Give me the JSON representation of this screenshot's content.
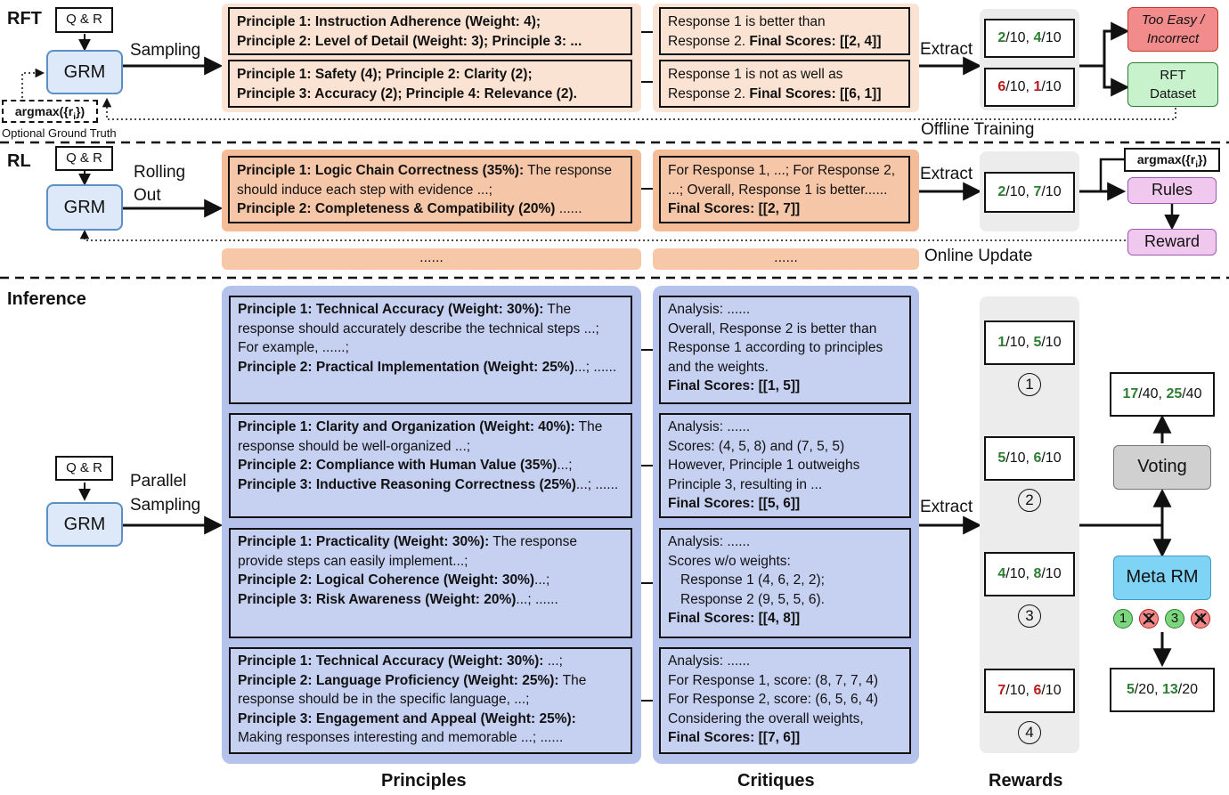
{
  "colors": {
    "grm_fill": "#dde9f8",
    "rft_bg": "#fbe3d3",
    "rl_bg": "#f5bc98",
    "inference_bg": "#b5c3ec",
    "good": "#2e7d32",
    "bad": "#b71c1c",
    "too_easy_fill": "#f28b8b",
    "dataset_fill": "#c8f2cc",
    "rules_fill": "#f0c8ee",
    "meta_rm_fill": "#7fd3f5",
    "voting_fill": "#d0d0d0"
  },
  "sections": {
    "rft": "RFT",
    "rl": "RL",
    "inference": "Inference"
  },
  "common": {
    "qr": "Q & R",
    "grm": "GRM",
    "extract": "Extract"
  },
  "rft": {
    "sampling": "Sampling",
    "argmax_prefix": "argmax({r",
    "argmax_sub": "i",
    "argmax_suffix": "})",
    "optional_gt": "Optional Ground Truth",
    "offline": "Offline Training",
    "principle1": {
      "p1": "Principle 1: Instruction Adherence (Weight: 4);",
      "p2": "Principle 2: Level of Detail (Weight: 3); Principle 3: ..."
    },
    "principle2": {
      "p1": "Principle 1: Safety (4); Principle 2: Clarity (2);",
      "p2": "Principle 3: Accuracy (2); Principle 4: Relevance (2)."
    },
    "critique1": {
      "t1": "Response 1 is better than",
      "t2": "Response 2. ",
      "t3": "Final Scores: [[2, 4]]"
    },
    "critique2": {
      "t1": "Response 1 is not as well as",
      "t2": "Response 2. ",
      "t3": "Final Scores: [[6, 1]]"
    },
    "reward1": {
      "a": "2",
      "b": "/10, ",
      "c": "4",
      "d": "/10"
    },
    "reward2": {
      "a": "6",
      "b": "/10, ",
      "c": "1",
      "d": "/10"
    },
    "too_easy_1": "Too Easy /",
    "too_easy_2": "Incorrect",
    "dataset_1": "RFT",
    "dataset_2": "Dataset"
  },
  "rl": {
    "rolling_1": "Rolling",
    "rolling_2": "Out",
    "online": "Online Update",
    "principle": {
      "b1": "Principle 1: Logic Chain Correctness (35%):",
      "t1": " The response should induce each step with evidence ...;",
      "b2": "Principle 2: Completeness & Compatibility (20%)",
      "t2": " ......"
    },
    "critique": {
      "t1": "For Response 1, ...; For Response 2, ...; Overall, Response 1 is better...... ",
      "b1": "Final Scores: [[2, 7]]"
    },
    "reward": {
      "a": "2",
      "b": "/10, ",
      "c": "7",
      "d": "/10"
    },
    "ellipsis": "......",
    "argmax_prefix": "argmax({r",
    "argmax_sub": "i",
    "argmax_suffix": "})",
    "rules": "Rules",
    "reward_label": "Reward"
  },
  "inference": {
    "parallel_1": "Parallel",
    "parallel_2": "Sampling",
    "principles": [
      {
        "b1": "Principle 1: Technical Accuracy (Weight: 30%):",
        "t1": " The response should accurately describe the technical steps ...; For example, ......;",
        "b2": "Principle 2: Practical Implementation (Weight: 25%)",
        "t2": "...; ......"
      },
      {
        "b1": "Principle 1: Clarity and Organization (Weight: 40%):",
        "t1": " The response should be well-organized ...;",
        "b2": "Principle 2: Compliance with Human Value (35%)",
        "t2": "...;",
        "b3": "Principle 3: Inductive Reasoning Correctness (25%)",
        "t3": "...; ......"
      },
      {
        "b1": "Principle 1: Practicality (Weight: 30%):",
        "t1": " The response provide steps can easily implement...;",
        "b2": "Principle 2: Logical Coherence (Weight: 30%)",
        "t2": "...;",
        "b3": "Principle 3: Risk Awareness (Weight: 20%)",
        "t3": "...; ......"
      },
      {
        "b1": "Principle 1: Technical Accuracy (Weight: 30%):",
        "t1": " ...;",
        "b2": "Principle 2: Language Proficiency (Weight: 25%):",
        "t2": " The response should be in the specific language, ...;",
        "b3": "Principle 3: Engagement and Appeal (Weight: 25%):",
        "t3": " Making responses interesting and memorable ...; ......"
      }
    ],
    "critiques": [
      {
        "l1": "Analysis: ......",
        "l2": "Overall, Response 2 is better than Response 1 according to principles and the weights.",
        "fs": "Final Scores: [[1, 5]]"
      },
      {
        "l1": "Analysis: ......",
        "l2": "Scores: (4, 5, 8) and (7, 5, 5) However, Principle 1 outweighs Principle 3, resulting in ...",
        "fs": "Final Scores: [[5, 6]]"
      },
      {
        "l1": "Analysis: ......",
        "l2": "Scores w/o weights:",
        "l3": "Response 1 (4, 6, 2, 2);",
        "l4": "Response 2 (9, 5, 5, 6).",
        "fs": "Final Scores: [[4, 8]]"
      },
      {
        "l1": "Analysis: ......",
        "l2": "For Response 1, score: (8, 7, 7, 4) For Response 2, score: (6, 5, 6, 4) Considering the overall weights,",
        "fs": "Final Scores: [[7, 6]]"
      }
    ],
    "rewards": [
      {
        "a": "1",
        "b": "/10, ",
        "c": "5",
        "d": "/10",
        "n": "1"
      },
      {
        "a": "5",
        "b": "/10, ",
        "c": "6",
        "d": "/10",
        "n": "2"
      },
      {
        "a": "4",
        "b": "/10, ",
        "c": "8",
        "d": "/10",
        "n": "3"
      },
      {
        "a": "7",
        "b": "/10, ",
        "c": "6",
        "d": "/10",
        "n": "4"
      }
    ],
    "voting": "Voting",
    "voting_result": {
      "a": "17",
      "b": "/40, ",
      "c": "25",
      "d": "/40"
    },
    "meta_rm": "Meta RM",
    "meta_marks": [
      "1",
      "2",
      "3",
      "4"
    ],
    "meta_result": {
      "a": "5",
      "b": "/20, ",
      "c": "13",
      "d": "/20"
    }
  },
  "columns": {
    "principles": "Principles",
    "critiques": "Critiques",
    "rewards": "Rewards"
  }
}
